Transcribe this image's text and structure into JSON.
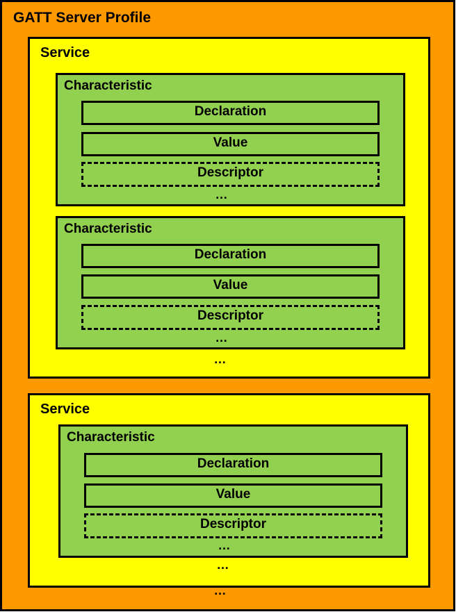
{
  "profile": {
    "title": "GATT Server Profile",
    "ellipsis": "…",
    "services": [
      {
        "title": "Service",
        "ellipsis": "…",
        "characteristics": [
          {
            "title": "Characteristic",
            "declaration": "Declaration",
            "value": "Value",
            "descriptor": "Descriptor",
            "ellipsis": "…"
          },
          {
            "title": "Characteristic",
            "declaration": "Declaration",
            "value": "Value",
            "descriptor": "Descriptor",
            "ellipsis": "…"
          }
        ]
      },
      {
        "title": "Service",
        "ellipsis": "…",
        "characteristics": [
          {
            "title": "Characteristic",
            "declaration": "Declaration",
            "value": "Value",
            "descriptor": "Descriptor",
            "ellipsis": "…"
          }
        ]
      }
    ]
  },
  "colors": {
    "profile": "#FF9900",
    "service": "#FFFF00",
    "characteristic": "#92D050",
    "border": "#000000"
  }
}
